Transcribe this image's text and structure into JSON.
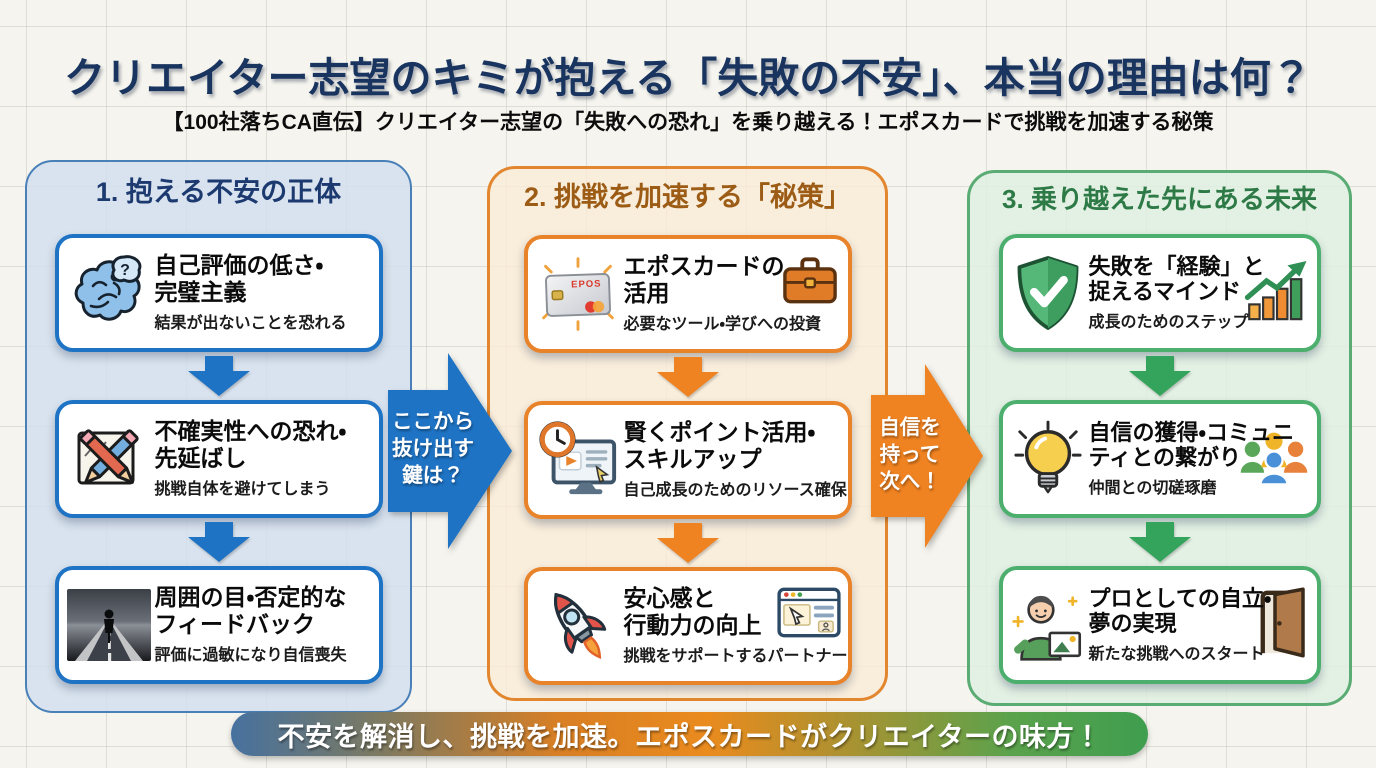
{
  "header": {
    "title": "クリエイター志望のキミが抱える「失敗の不安」、本当の理由は何？",
    "subtitle": "【100社落ちCA直伝】クリエイター志望の「失敗への恐れ」を乗り越える！エポスカードで挑戦を加速する秘策"
  },
  "columns": [
    {
      "header": "1. 抱える不安の正体",
      "accent": "#1e73c4",
      "header_color": "#1c3a70",
      "panel_bg": "#d3dfef",
      "cards": [
        {
          "icon": "brain-question-icon",
          "title": "自己評価の低さ・\n完璧主義",
          "subtitle": "結果が出ないことを恐れる"
        },
        {
          "icon": "crossed-pencils-icon",
          "title": "不確実性への恐れ・\n先延ばし",
          "subtitle": "挑戦自体を避けてしまう"
        },
        {
          "icon": "lonely-road-photo-icon",
          "title": "周囲の目・否定的な\nフィードバック",
          "subtitle": "評価に過敏になり自信喪失"
        }
      ]
    },
    {
      "header": "2. 挑戦を加速する「秘策」",
      "accent": "#e8832a",
      "header_color": "#9c5c15",
      "panel_bg": "#faebd6",
      "cards": [
        {
          "icon": "epos-card-icon",
          "icon_right": "briefcase-icon",
          "title": "エポスカードの\n活用",
          "subtitle": "必要なツール・学びへの投資"
        },
        {
          "icon": "clock-monitor-icon",
          "title": "賢くポイント活用・\nスキルアップ",
          "subtitle": "自己成長のためのリソース確保"
        },
        {
          "icon": "rocket-icon",
          "icon_right": "browser-window-icon",
          "title": "安心感と\n行動力の向上",
          "subtitle": "挑戦をサポートするパートナー"
        }
      ]
    },
    {
      "header": "3. 乗り越えた先にある未来",
      "accent": "#4caf6e",
      "header_color": "#2d7a46",
      "panel_bg": "#def0e1",
      "cards": [
        {
          "icon": "shield-check-icon",
          "icon_right": "growth-chart-icon",
          "title": "失敗を「経験」と\n捉えるマインド",
          "subtitle": "成長のためのステップ"
        },
        {
          "icon": "lightbulb-icon",
          "icon_right": "community-people-icon",
          "title": "自信の獲得・コミュニ\nティとの繋がり",
          "subtitle": "仲間との切磋琢磨"
        },
        {
          "icon": "creator-person-icon",
          "icon_right": "open-door-icon",
          "title": "プロとしての自立・\n夢の実現",
          "subtitle": "新たな挑戦へのスタート"
        }
      ]
    }
  ],
  "transition_arrows": [
    {
      "label": "ここから\n抜け出す\n鍵は？",
      "color": "#1e73c4"
    },
    {
      "label": "自信を\n持って\n次へ！",
      "color": "#ef8221"
    }
  ],
  "footer_banner": {
    "label": "不安を解消し、挑戦を加速。エポスカードがクリエイターの味方！",
    "gradient_colors": [
      "#4273ab",
      "#e8821f",
      "#3f9e4f"
    ]
  }
}
